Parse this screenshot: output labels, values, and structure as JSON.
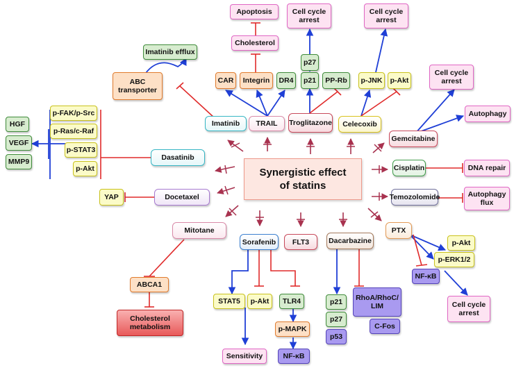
{
  "center": "Synergistic effect\nof statins",
  "drugs": {
    "imatinib": "Imatinib",
    "trail": "TRAIL",
    "troglitazone": "Troglitazone",
    "celecoxib": "Celecoxib",
    "gemcitabine": "Gemcitabine",
    "dasatinib": "Dasatinib",
    "cisplatin": "Cisplatin",
    "docetaxel": "Docetaxel",
    "temozolomide": "Temozolomide",
    "mitotane": "Mitotane",
    "sorafenib": "Sorafenib",
    "flt3": "FLT3",
    "dacarbazine": "Dacarbazine",
    "ptx": "PTX"
  },
  "nodes": {
    "imatinib_efflux": "Imatinib efflux",
    "abc_transporter": "ABC\ntransporter",
    "apoptosis": "Apoptosis",
    "cholesterol": "Cholesterol",
    "car": "CAR",
    "integrin": "Integrin",
    "dr4": "DR4",
    "cca_trog": "Cell cycle\narrest",
    "p27_top": "p27",
    "p21_top": "p21",
    "pp_rb": "PP-Rb",
    "cca_cele": "Cell cycle\narrest",
    "p_jnk": "p-JNK",
    "p_akt_cele": "p-Akt",
    "cca_gem": "Cell cycle\narrest",
    "autophagy": "Autophagy",
    "p_fak": "p-FAK/p-Src",
    "p_ras": "p-Ras/c-Raf",
    "p_stat3": "p-STAT3",
    "p_akt_das": "p-Akt",
    "hgf": "HGF",
    "vegf": "VEGF",
    "mmp9": "MMP9",
    "dna_repair": "DNA repair",
    "autophagy_flux": "Autophagy\nflux",
    "yap": "YAP",
    "abca1": "ABCA1",
    "chol_metab": "Cholesterol\nmetabolism",
    "stat5": "STAT5",
    "p_akt_sor": "p-Akt",
    "tlr4": "TLR4",
    "p_mapk": "p-MAPK",
    "nfkb_sor": "NF-κB",
    "sensitivity": "Sensitivity",
    "p21_dac": "p21",
    "p27_dac": "p27",
    "p53": "p53",
    "rhoa": "RhoA/RhoC/\nLIM",
    "cfos": "C-Fos",
    "p_akt_ptx": "p-Akt",
    "p_erk": "p-ERK1/2",
    "nfkb_ptx": "NF-κB",
    "cca_ptx": "Cell cycle\narrest"
  },
  "colors": {
    "activation": "#1f3fd6",
    "inhibition": "#e02a2a",
    "statin_arrow": "#a8324f"
  }
}
